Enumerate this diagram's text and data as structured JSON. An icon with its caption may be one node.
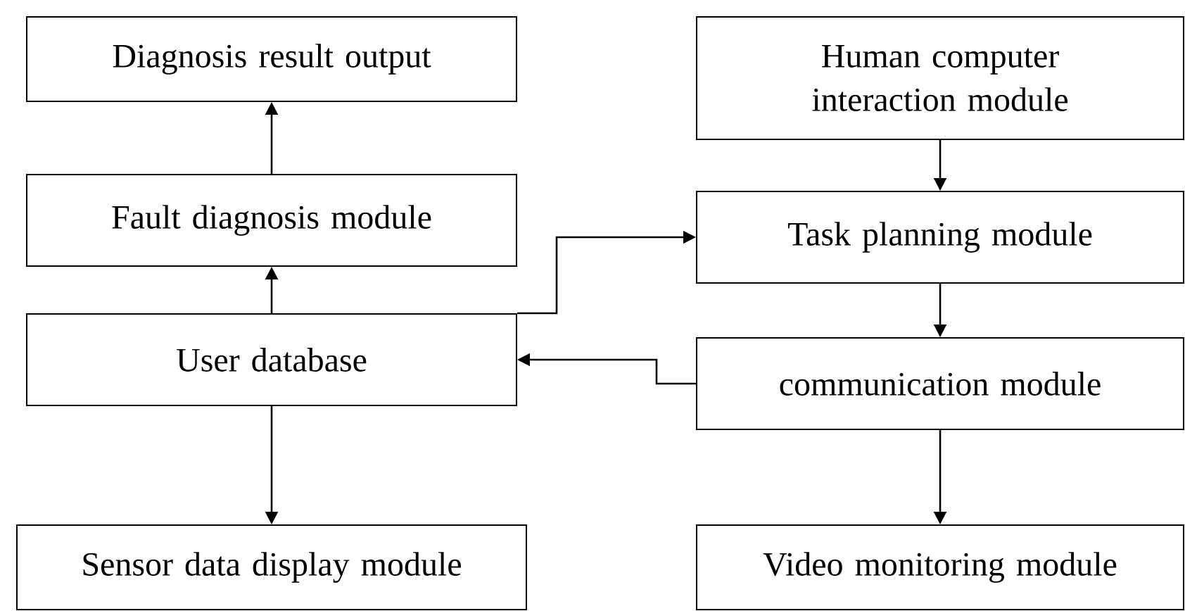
{
  "diagram": {
    "nodes": [
      {
        "text": [
          "Diagnosis result output"
        ]
      },
      {
        "text": [
          "Fault diagnosis module"
        ]
      },
      {
        "text": [
          "User database"
        ]
      },
      {
        "text": [
          "Sensor data display module"
        ]
      },
      {
        "text": [
          "Human computer interaction module"
        ]
      },
      {
        "text": [
          "Task planning module"
        ]
      },
      {
        "text": [
          "communication module"
        ]
      },
      {
        "text": [
          "Video monitoring module"
        ]
      }
    ],
    "edges": [
      {
        "from": 1,
        "to": 0,
        "arrow": "to"
      },
      {
        "from": 2,
        "to": 1,
        "arrow": "to"
      },
      {
        "from": 2,
        "to": 3,
        "arrow": "to"
      },
      {
        "from": 2,
        "to": 5,
        "arrow": "to"
      },
      {
        "from": 6,
        "to": 2,
        "arrow": "to"
      },
      {
        "from": 4,
        "to": 5,
        "arrow": "to"
      },
      {
        "from": 5,
        "to": 6,
        "arrow": "to"
      },
      {
        "from": 6,
        "to": 7,
        "arrow": "to"
      }
    ]
  }
}
